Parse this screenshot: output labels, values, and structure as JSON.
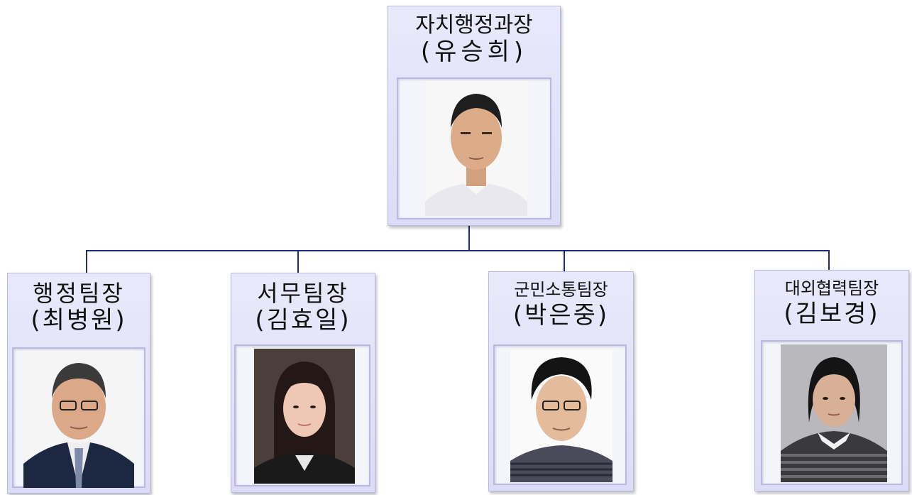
{
  "chief": {
    "title": "자치행정과장",
    "name": "(유승희)",
    "photo_icon": "portrait-photo"
  },
  "teams": [
    {
      "title": "행정팀장",
      "name": "(최병원)",
      "photo_icon": "portrait-photo"
    },
    {
      "title": "서무팀장",
      "name": "(김효일)",
      "photo_icon": "portrait-photo"
    },
    {
      "title": "군민소통팀장",
      "name": "(박은중)",
      "photo_icon": "portrait-photo"
    },
    {
      "title": "대외협력팀장",
      "name": "(김보경)",
      "photo_icon": "portrait-photo"
    }
  ],
  "colors": {
    "card_fill": "#e1e1f8",
    "card_border": "#b8b8e6",
    "connector": "#1f2a7a"
  }
}
